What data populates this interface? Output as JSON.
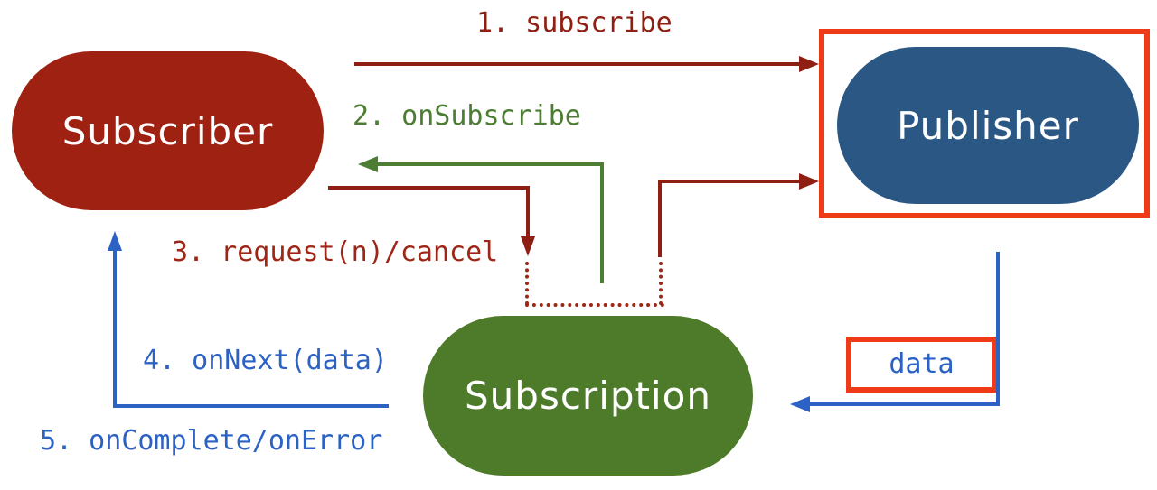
{
  "nodes": {
    "subscriber": {
      "label": "Subscriber",
      "fill": "#9E2112",
      "text_color": "#FFFFFF"
    },
    "publisher": {
      "label": "Publisher",
      "fill": "#2A5784",
      "text_color": "#FFFFFF",
      "highlighted": true
    },
    "subscription": {
      "label": "Subscription",
      "fill": "#4E7B2A",
      "text_color": "#FFFFFF"
    },
    "data": {
      "label": "data",
      "text_color": "#2B62C4",
      "highlighted": true
    }
  },
  "steps": [
    {
      "num": 1,
      "label": "1. subscribe",
      "color": "#8E1F12",
      "from": "Subscriber",
      "to": "Publisher",
      "style": "solid"
    },
    {
      "num": 2,
      "label": "2. onSubscribe",
      "color": "#4C7D32",
      "from": "Subscription",
      "to": "Subscriber",
      "style": "solid"
    },
    {
      "num": 3,
      "label": "3. request(n)/cancel",
      "color": "#9E2616",
      "from": "Subscriber",
      "to": "Subscription/Publisher",
      "style": "solid+dotted"
    },
    {
      "num": 4,
      "label": "4. onNext(data)",
      "color": "#2B62C4",
      "from": "Subscription",
      "to": "Subscriber",
      "style": "solid"
    },
    {
      "num": 5,
      "label": "5. onComplete/onError",
      "color": "#2B62C4",
      "from": "Subscription",
      "to": "Subscriber",
      "style": "solid"
    }
  ],
  "data_flow": {
    "from": "Publisher",
    "to": "Subscription",
    "label": "data",
    "color": "#2B62C4"
  },
  "colors": {
    "highlight_border": "#EE3A16",
    "maroon_arrow": "#8E1F12",
    "green_arrow": "#4C7D32",
    "blue_arrow": "#2B62C4"
  }
}
